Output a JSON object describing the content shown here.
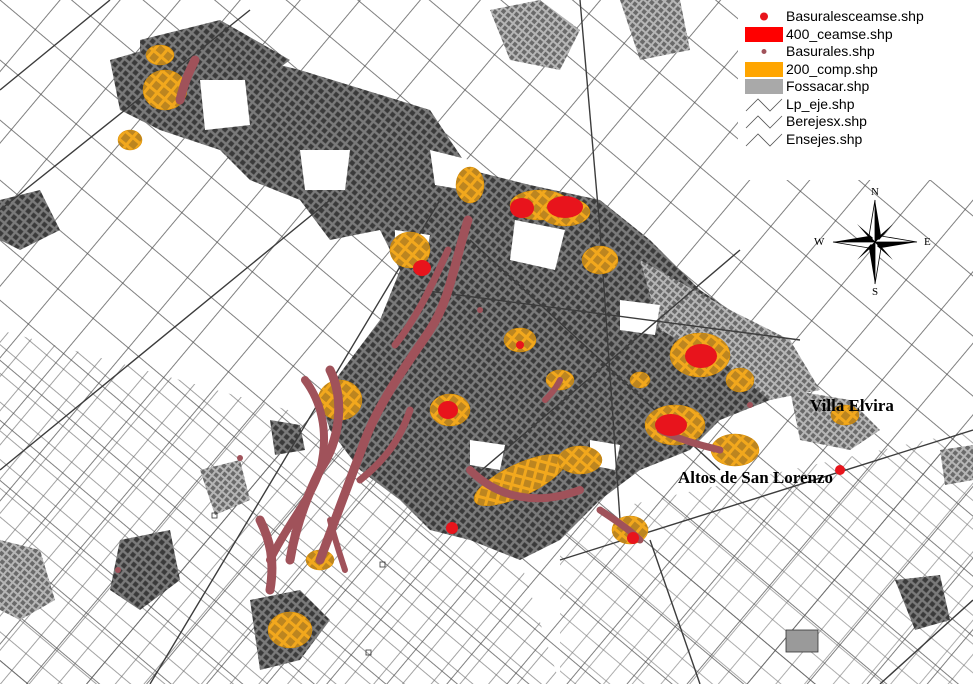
{
  "legend": {
    "items": [
      {
        "label": "Basuralesceamse.shp",
        "symbol": "dot",
        "color": "#e8141c"
      },
      {
        "label": "400_ceamse.shp",
        "symbol": "box",
        "color": "#ff0000"
      },
      {
        "label": "Basurales.shp",
        "symbol": "small-dot",
        "color": "#a0525a"
      },
      {
        "label": "200_comp.shp",
        "symbol": "box",
        "color": "#ffa500"
      },
      {
        "label": "Fossacar.shp",
        "symbol": "box",
        "color": "#a9a9a9"
      },
      {
        "label": "Lp_eje.shp",
        "symbol": "line",
        "color": "#555555"
      },
      {
        "label": "Berejesx.shp",
        "symbol": "line",
        "color": "#555555"
      },
      {
        "label": "Ensejes.shp",
        "symbol": "line",
        "color": "#555555"
      }
    ]
  },
  "compass": {
    "n": "N",
    "s": "S",
    "e": "E",
    "w": "W"
  },
  "places": {
    "villa_elvira": "Villa Elvira",
    "altos_san_lorenzo": "Altos de San Lorenzo"
  },
  "colors": {
    "urban": "#6b6b6b",
    "urban_light": "#9a9a9a",
    "ceamse": "#e8141c",
    "basural": "#a0525a",
    "buffer": "#f2a81d",
    "roads": "#3c3c3c"
  }
}
